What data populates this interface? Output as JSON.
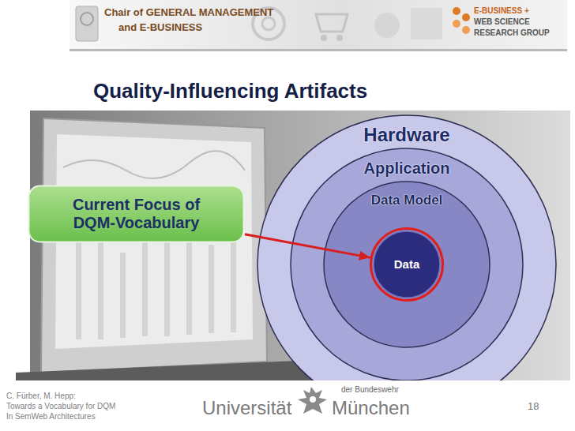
{
  "diagram": {
    "title": "Quality-Influencing Artifacts",
    "nodes": [
      {
        "text": [
          "Hardware"
        ]
      },
      {
        "text": [
          "Application"
        ],
        "in": 0
      },
      {
        "text": [
          "Data Model"
        ],
        "in": 1
      },
      {
        "text": [
          "Data"
        ],
        "in": 2
      },
      {
        "text": [
          "Current Focus of DQM-Vocabulary"
        ]
      }
    ],
    "edges": [
      {
        "from": 4,
        "to": 3,
        "arrow": "to"
      }
    ],
    "labels": [
      "Chair of GENERAL MANAGEMENT",
      "and E-BUSINESS",
      "E-BUSINESS +",
      "WEB SCIENCE",
      "RESEARCH GROUP",
      "C. Fürber, M. Hepp:",
      "Towards a Vocabulary for DQM",
      "In SemWeb Architectures",
      "der Bundeswehr",
      "Universität",
      "München",
      "18"
    ]
  }
}
